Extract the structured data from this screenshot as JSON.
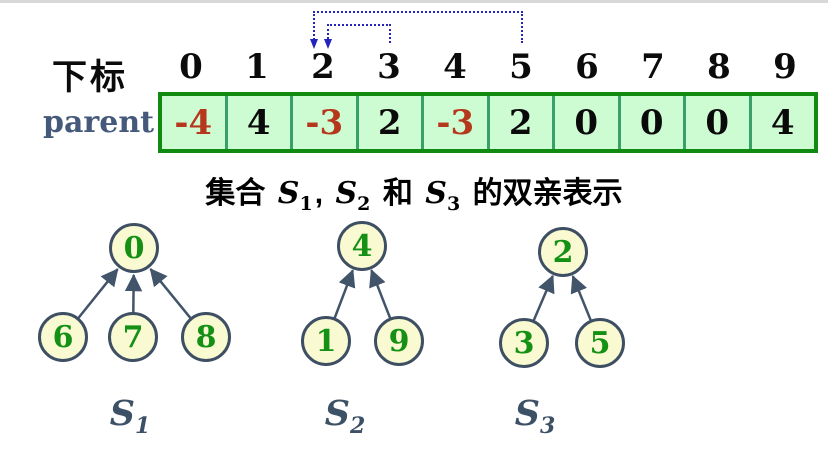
{
  "colors": {
    "array_fill": "#cdfbd2",
    "array_border": "#118a11",
    "cell_divider": "#3aa069",
    "negative_value": "#b5381c",
    "positive_value": "#0a0a0a",
    "pointer_arrow": "#2424bd",
    "node_fill": "#fafad2",
    "node_border": "#3e4f63",
    "node_number": "#149114",
    "edge": "#42546a",
    "label_blue": "#45597b"
  },
  "header": {
    "index_label": "下标",
    "indices": [
      "0",
      "1",
      "2",
      "3",
      "4",
      "5",
      "6",
      "7",
      "8",
      "9"
    ]
  },
  "array": {
    "label": "parent",
    "values": [
      "-4",
      "4",
      "-3",
      "2",
      "-3",
      "2",
      "0",
      "0",
      "0",
      "4"
    ],
    "negative_positions": [
      0,
      2,
      4
    ]
  },
  "pointer_arrows": [
    {
      "from_index": "5",
      "to_index": "2"
    },
    {
      "from_index": "3",
      "to_index": "2"
    }
  ],
  "caption": {
    "prefix": "集合",
    "s1": "S",
    "sub1": "1",
    "comma": ",",
    "s2": "S",
    "sub2": "2",
    "and": "和",
    "s3": "S",
    "sub3": "3",
    "suffix": "的双亲表示"
  },
  "trees": [
    {
      "label_base": "S",
      "label_sub": "1",
      "root": "0",
      "children": [
        "6",
        "7",
        "8"
      ]
    },
    {
      "label_base": "S",
      "label_sub": "2",
      "root": "4",
      "children": [
        "1",
        "9"
      ]
    },
    {
      "label_base": "S",
      "label_sub": "3",
      "root": "2",
      "children": [
        "3",
        "5"
      ]
    }
  ]
}
